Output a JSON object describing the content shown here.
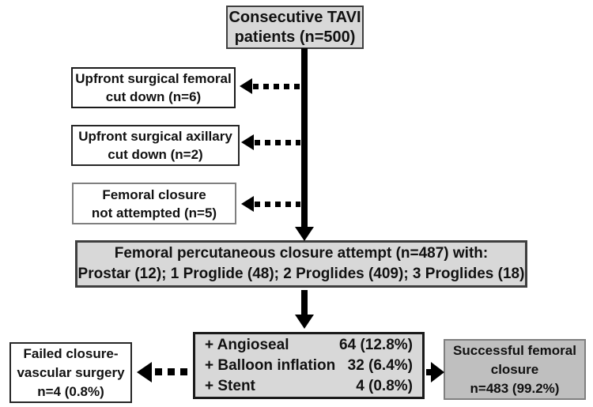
{
  "boxes": {
    "top": {
      "text": "Consecutive TAVI\npatients (n=500)"
    },
    "left1": {
      "text": "Upfront surgical femoral\ncut down (n=6)"
    },
    "left2": {
      "text": "Upfront surgical axillary\ncut down (n=2)"
    },
    "left3": {
      "text": "Femoral closure\nnot attempted (n=5)"
    },
    "mid": {
      "text": "Femoral percutaneous closure attempt (n=487) with:\nProstar (12); 1 Proglide (48);  2 Proglides (409);  3 Proglides (18)"
    },
    "failed": {
      "text": "Failed closure-\nvascular surgery\nn=4 (0.8%)"
    },
    "adjunct": {
      "rows": [
        {
          "label": "+ Angioseal",
          "value": "64 (12.8%)"
        },
        {
          "label": "+ Balloon inflation",
          "value": "32 (6.4%)"
        },
        {
          "label": "+ Stent",
          "value": "4 (0.8%)"
        }
      ]
    },
    "success": {
      "text": "Successful femoral\nclosure\nn=483 (99.2%)"
    }
  },
  "colors": {
    "background": "#ffffff",
    "box_fill": "#d8d8d8",
    "success_fill": "#bfbfbf",
    "border_dark": "#3f3f3f",
    "border_black": "#1a1a1a",
    "border_gray": "#7f7f7f",
    "arrow": "#000000"
  }
}
